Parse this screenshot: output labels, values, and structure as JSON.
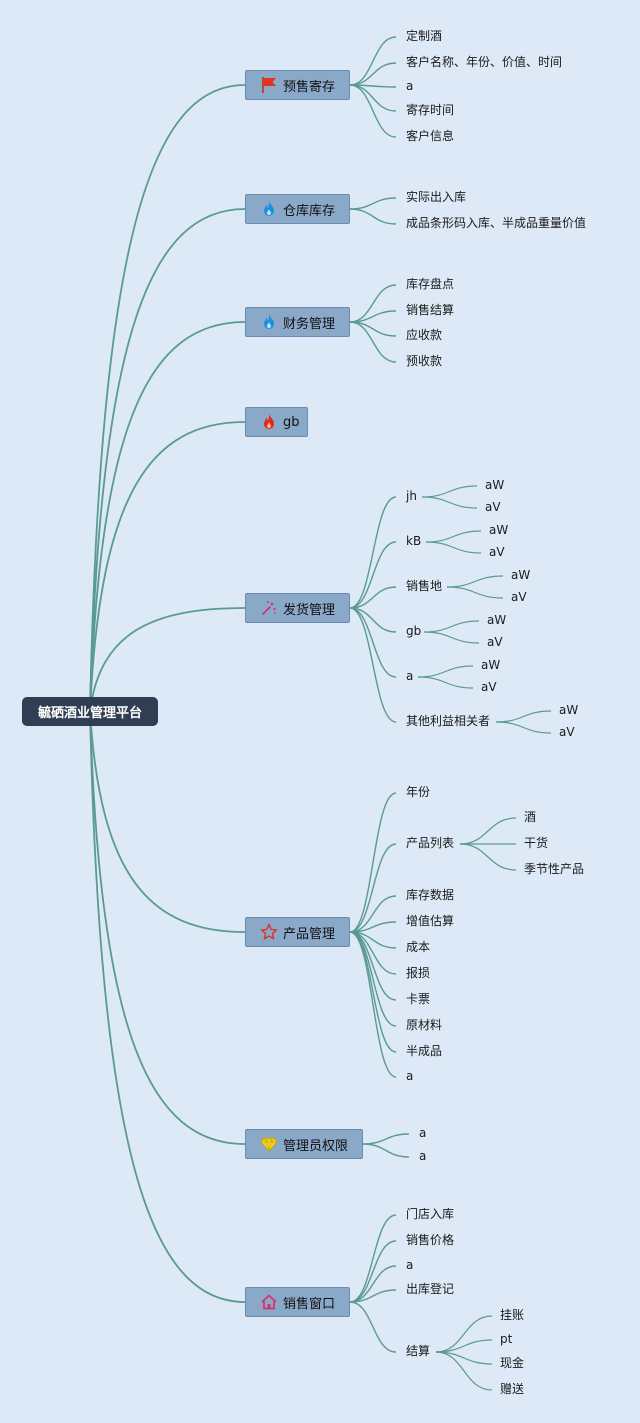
{
  "root": {
    "label": "毓硒酒业管理平台"
  },
  "branches": [
    {
      "id": "presale",
      "label": "预售寄存",
      "icon": "red-flag-icon",
      "children": [
        "定制酒",
        "客户名称、年份、价值、时间",
        "a",
        "寄存时间",
        "客户信息"
      ]
    },
    {
      "id": "warehouse",
      "label": "仓库库存",
      "icon": "blue-flame-icon",
      "children": [
        "实际出入库",
        "成品条形码入库、半成品重量价值"
      ]
    },
    {
      "id": "finance",
      "label": "财务管理",
      "icon": "blue-flame-icon",
      "children": [
        "库存盘点",
        "销售结算",
        "应收款",
        "预收款"
      ]
    },
    {
      "id": "gb",
      "label": "gb",
      "icon": "red-flame-icon",
      "children": []
    },
    {
      "id": "shipping",
      "label": "发货管理",
      "icon": "sparkle-icon",
      "children": [
        {
          "label": "jh",
          "children": [
            "aW",
            "aV"
          ]
        },
        {
          "label": "kB",
          "children": [
            "aW",
            "aV"
          ]
        },
        {
          "label": "销售地",
          "children": [
            "aW",
            "aV"
          ]
        },
        {
          "label": "gb",
          "children": [
            "aW",
            "aV"
          ]
        },
        {
          "label": "a",
          "children": [
            "aW",
            "aV"
          ]
        },
        {
          "label": "其他利益相关者",
          "children": [
            "aW",
            "aV"
          ]
        }
      ]
    },
    {
      "id": "product",
      "label": "产品管理",
      "icon": "star-outline-icon",
      "children": [
        {
          "label": "年份",
          "children": []
        },
        {
          "label": "产品列表",
          "children": [
            "酒",
            "干货",
            "季节性产品"
          ]
        },
        {
          "label": "库存数据",
          "children": []
        },
        {
          "label": "增值估算",
          "children": []
        },
        {
          "label": "成本",
          "children": []
        },
        {
          "label": "报损",
          "children": []
        },
        {
          "label": "卡票",
          "children": []
        },
        {
          "label": "原材料",
          "children": []
        },
        {
          "label": "半成品",
          "children": []
        },
        {
          "label": "a",
          "children": []
        }
      ]
    },
    {
      "id": "admin",
      "label": "管理员权限",
      "icon": "diamond-icon",
      "children": [
        "a",
        "a"
      ]
    },
    {
      "id": "sales",
      "label": "销售窗口",
      "icon": "home-icon",
      "children": [
        {
          "label": "门店入库",
          "children": []
        },
        {
          "label": "销售价格",
          "children": []
        },
        {
          "label": "a",
          "children": []
        },
        {
          "label": "出库登记",
          "children": []
        },
        {
          "label": "结算",
          "children": [
            "挂账",
            "pt",
            "现金",
            "赠送"
          ]
        }
      ]
    }
  ],
  "colors": {
    "background": "#dde9f6",
    "line": "#5a9a92",
    "branch_fill": "#8aa8c8",
    "root_fill": "#2f3e52"
  }
}
